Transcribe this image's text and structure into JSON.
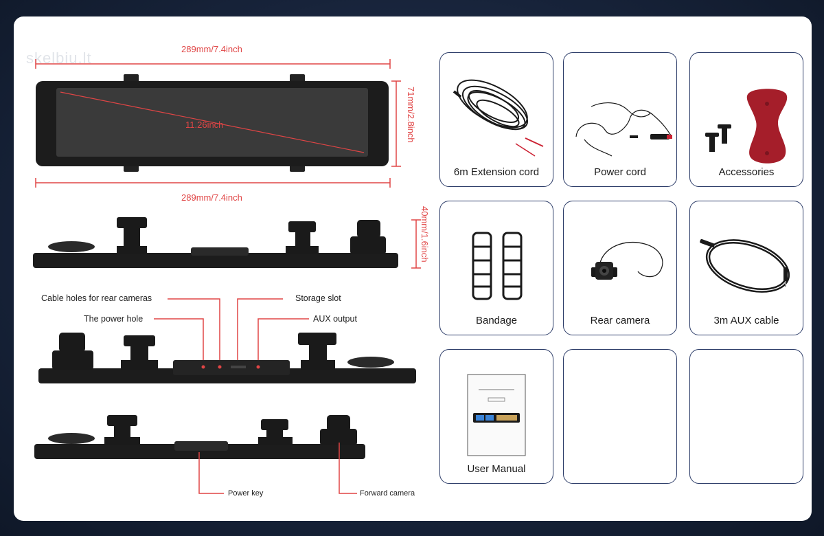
{
  "watermark": "skelbiu.lt",
  "dimensions": {
    "top_width": "289mm/7.4inch",
    "bottom_width": "289mm/7.4inch",
    "diagonal": "11.26inch",
    "height": "71mm/2.8inch",
    "thickness": "40mm/1.6inch"
  },
  "callouts": {
    "cable_holes": "Cable holes for rear cameras",
    "power_hole": "The power hole",
    "storage_slot": "Storage slot",
    "aux_output": "AUX output",
    "power_key": "Power key",
    "forward_camera": "Forward camera"
  },
  "accessories": [
    {
      "label": "6m Extension cord",
      "icon": "coiled-cable-icon"
    },
    {
      "label": "Power cord",
      "icon": "power-cord-icon"
    },
    {
      "label": "Accessories",
      "icon": "mount-bracket-icon"
    },
    {
      "label": "Bandage",
      "icon": "rubber-straps-icon"
    },
    {
      "label": "Rear camera",
      "icon": "rear-camera-icon"
    },
    {
      "label": "3m AUX cable",
      "icon": "aux-cable-icon"
    },
    {
      "label": "User Manual",
      "icon": "manual-booklet-icon"
    },
    {
      "label": "",
      "icon": ""
    },
    {
      "label": "",
      "icon": ""
    }
  ],
  "colors": {
    "accent_red": "#e04545",
    "card_border": "#2c3c68",
    "device": "#1c1c1c"
  }
}
